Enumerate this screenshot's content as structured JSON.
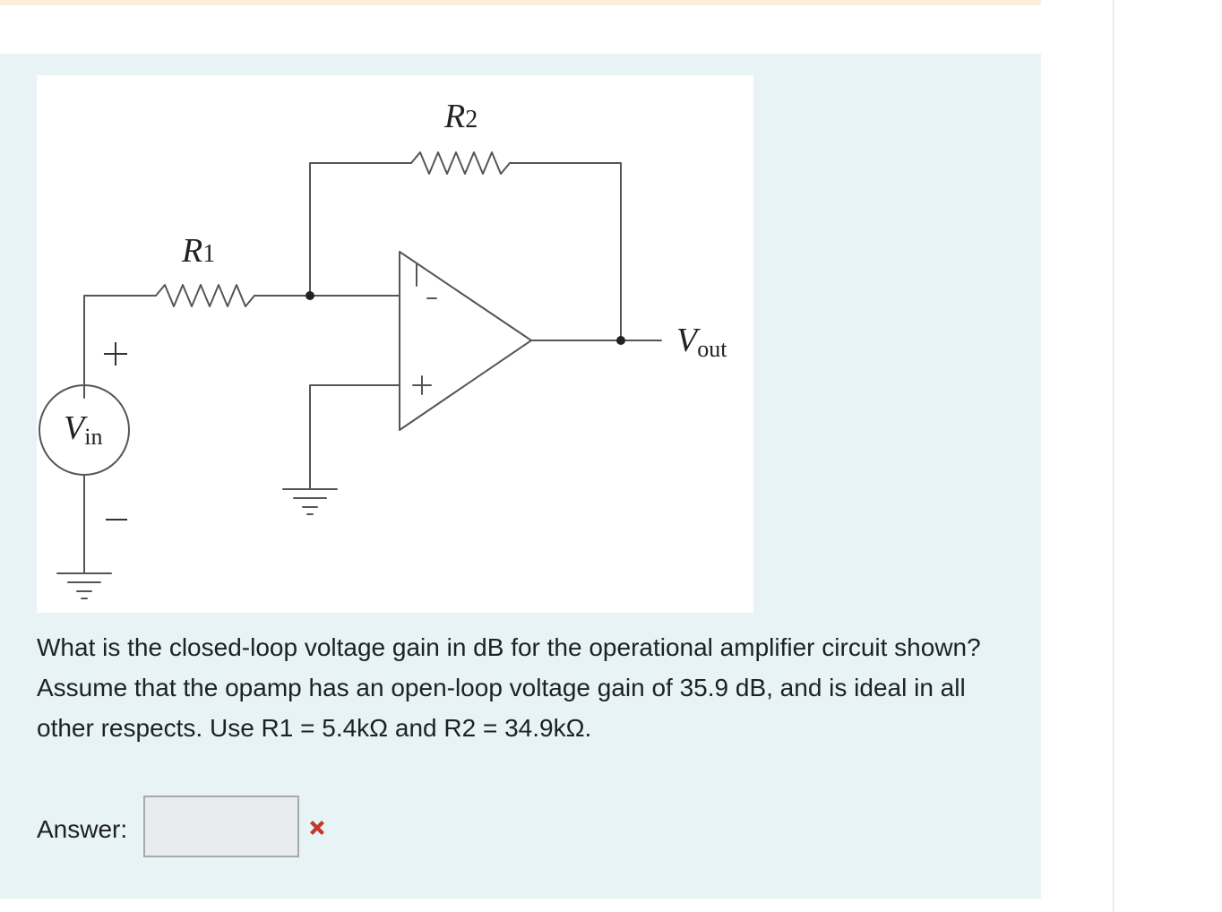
{
  "question": {
    "text": "What is the closed-loop voltage gain in dB for the operational amplifier circuit shown? Assume that the opamp has an open-loop voltage gain of 35.9 dB, and is ideal in all other respects. Use R1 = 5.4kΩ and R2 = 34.9kΩ."
  },
  "circuit": {
    "r1": {
      "letter": "R",
      "sub": "1"
    },
    "r2": {
      "letter": "R",
      "sub": "2"
    },
    "vin": {
      "letter": "V",
      "sub": "in"
    },
    "vout": {
      "letter": "V",
      "sub": "out"
    },
    "source_plus": "+",
    "source_minus": "−",
    "opamp_minus": "−",
    "opamp_plus": "+"
  },
  "answer": {
    "label": "Answer:",
    "value": "",
    "status_icon": "incorrect-cross-icon",
    "status_color": "#c0392b"
  },
  "colors": {
    "card_background": "#e7f3f5",
    "top_strip": "#fcefdc",
    "wire": "#555555"
  }
}
